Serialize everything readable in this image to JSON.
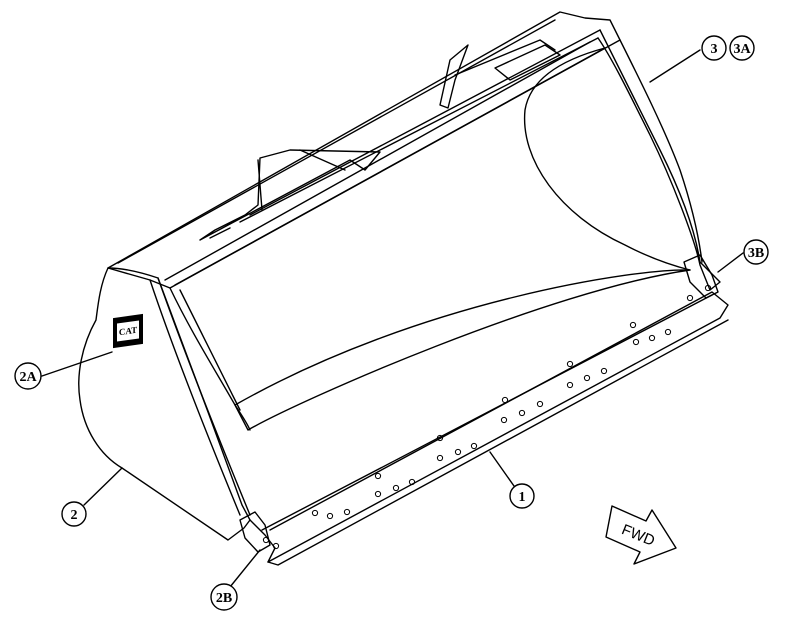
{
  "diagram": {
    "callouts": {
      "c1": "1",
      "c2": "2",
      "c2a": "2A",
      "c2b": "2B",
      "c3": "3",
      "c3a": "3A",
      "c3b": "3B"
    },
    "direction_arrow": "FWD",
    "logo_text": "CAT"
  }
}
